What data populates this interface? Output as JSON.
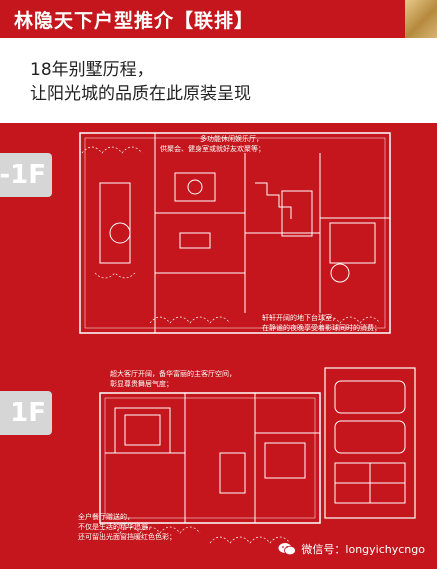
{
  "header": {
    "title": "林隐天下户型推介【联排】",
    "accent_color": "#c4161c",
    "tab_color": "#c9a25a"
  },
  "tagline": {
    "line1": "18年别墅历程，",
    "line2": "让阳光城的品质在此原装呈现"
  },
  "floors": [
    {
      "label": "-1F",
      "notes": [
        "多功能休闲娱乐厅，",
        "供聚会、健身室或就好友欢聚等；",
        "轩轩开阔的地下台球室，",
        "在静谧的夜晚享受着影球同时的消费；"
      ]
    },
    {
      "label": "1F",
      "notes": [
        "超大客厅开阔，备华富丽的主客厅空间，",
        "彰显尊贵舞居气度；",
        "全户餐厅赠送的，",
        "不仅是生活的精华追遍，",
        "还可留出光面窗挡暖红色色彩；"
      ]
    }
  ],
  "watermark": {
    "icon": "wechat-icon",
    "text": "微信号：longyichycngo"
  }
}
